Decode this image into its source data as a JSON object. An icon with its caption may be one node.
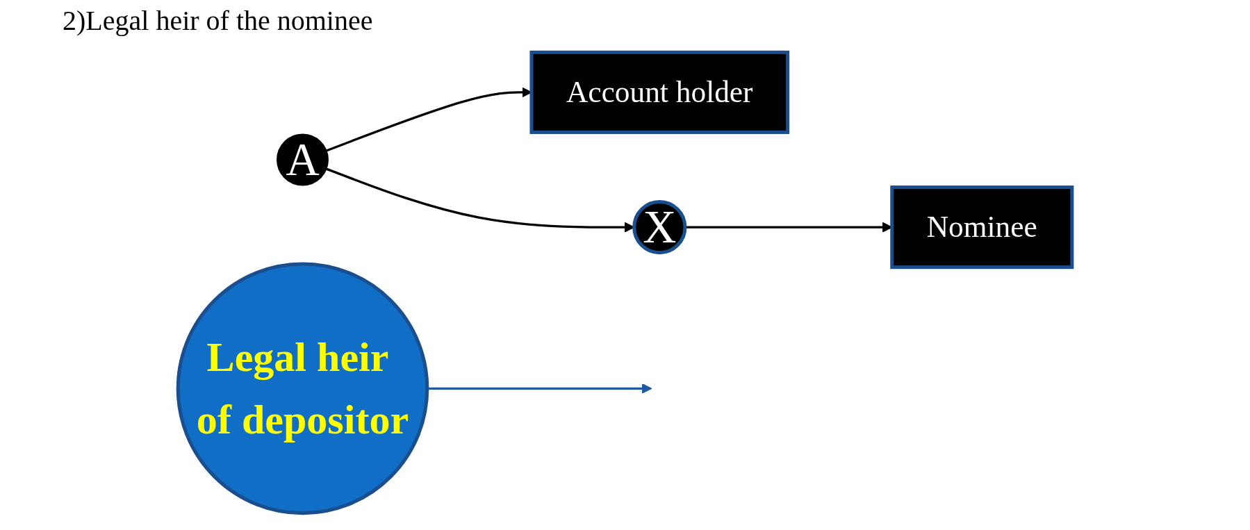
{
  "diagram": {
    "title": "2)Legal heir of the nominee",
    "nodes": [
      {
        "text": [
          "Legal heir of depositor"
        ]
      },
      {
        "text": [
          "A"
        ]
      },
      {
        "text": [
          "Account holder"
        ]
      },
      {
        "text": [
          "X"
        ]
      },
      {
        "text": [
          "Nominee"
        ]
      }
    ],
    "edges": [
      {
        "from": 1,
        "to": 2,
        "arrow": "to"
      },
      {
        "from": 1,
        "to": 3,
        "arrow": "to"
      },
      {
        "from": 3,
        "to": 4,
        "arrow": "to"
      },
      {
        "from": 0,
        "to": null,
        "arrow": "to",
        "color": "#1f5aa0"
      }
    ]
  }
}
